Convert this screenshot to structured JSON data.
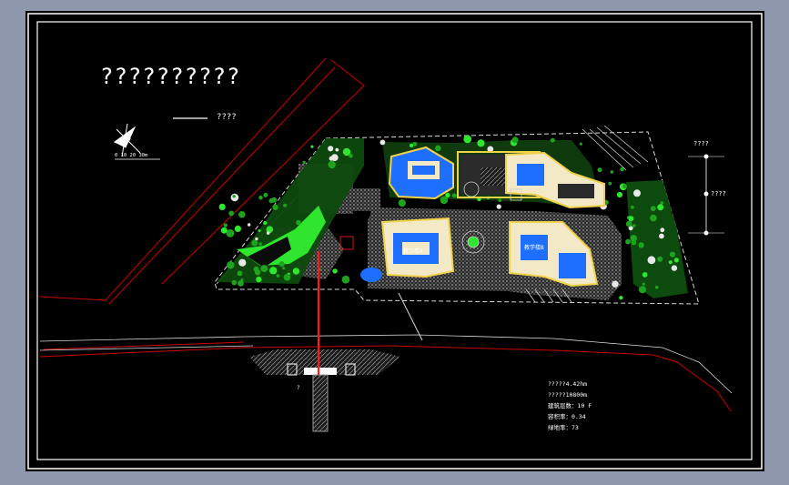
{
  "drawing": {
    "title": "??????????",
    "scale_label": "????",
    "scale_bar_text": "0 10 20 30m",
    "legend": {
      "header": "????",
      "row_2": "????"
    },
    "stats": [
      "?????4.42hm",
      "?????10800m",
      "建筑层数：10 F",
      "容积率：0.34",
      "绿地率：73"
    ],
    "building_labels": [
      "教学楼A",
      "教学楼B"
    ],
    "entrance_label": "?"
  },
  "colors": {
    "background": "#000000",
    "frame": "#ffffff",
    "road_line": "#cc0000",
    "axis_line": "#ff1a1a",
    "vegetation": "#1ea31e",
    "bright_green": "#2ee62e",
    "water": "#1f6fff",
    "building_fill": "#f3e9c6",
    "building_outline": "#f0d24a",
    "paving": "#5a5a5a"
  }
}
